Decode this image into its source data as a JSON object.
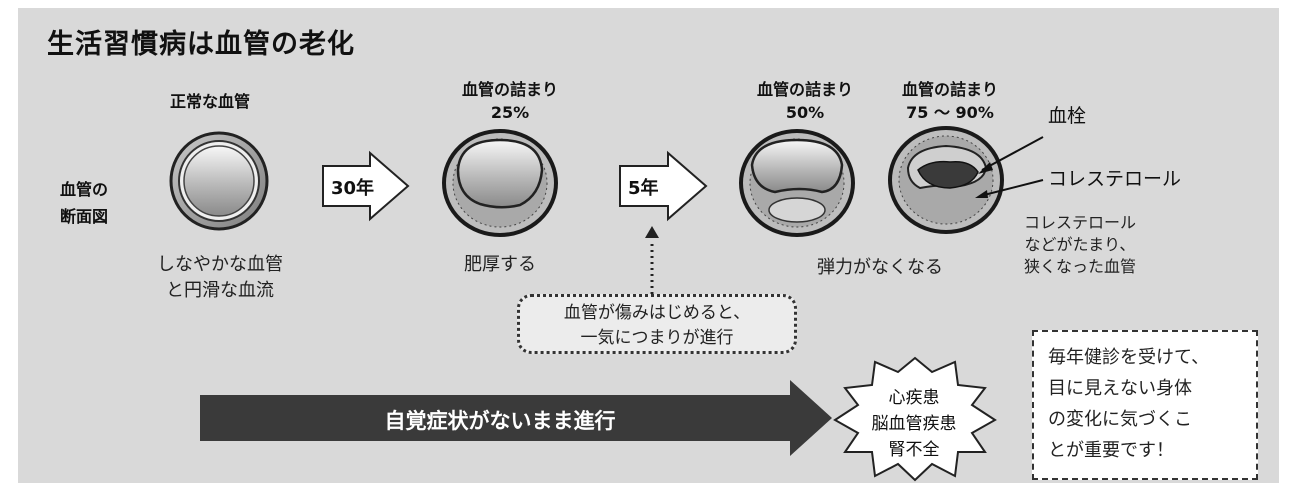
{
  "title": "生活習慣病は血管の老化",
  "side_label": [
    "血管の",
    "断面図"
  ],
  "stages": [
    {
      "label": "正常な血管",
      "percent": ""
    },
    {
      "label": "血管の詰まり",
      "percent": "25%"
    },
    {
      "label": "血管の詰まり",
      "percent": "50%"
    },
    {
      "label": "血管の詰まり",
      "percent": "75 〜 90%"
    }
  ],
  "arrows": {
    "first": "30年",
    "second": "5年"
  },
  "descriptions": {
    "normal_line1": "しなやかな血管",
    "normal_line2": "と円滑な血流",
    "thick": "肥厚する",
    "elastic": "弾力がなくなる",
    "narrow": [
      "コレステロール",
      "などがたまり、",
      "狭くなった血管"
    ]
  },
  "callouts": {
    "thrombus": "血栓",
    "cholesterol": "コレステロール"
  },
  "dotted_note": [
    "血管が傷みはじめると、",
    "一気につまりが進行"
  ],
  "progress_banner": "自覚症状がないまま進行",
  "diseases": [
    "心疾患",
    "脳血管疾患",
    "腎不全"
  ],
  "advice": [
    "毎年健診を受けて、",
    "目に見えない身体",
    "の変化に気づくこ",
    "とが重要です！"
  ]
}
